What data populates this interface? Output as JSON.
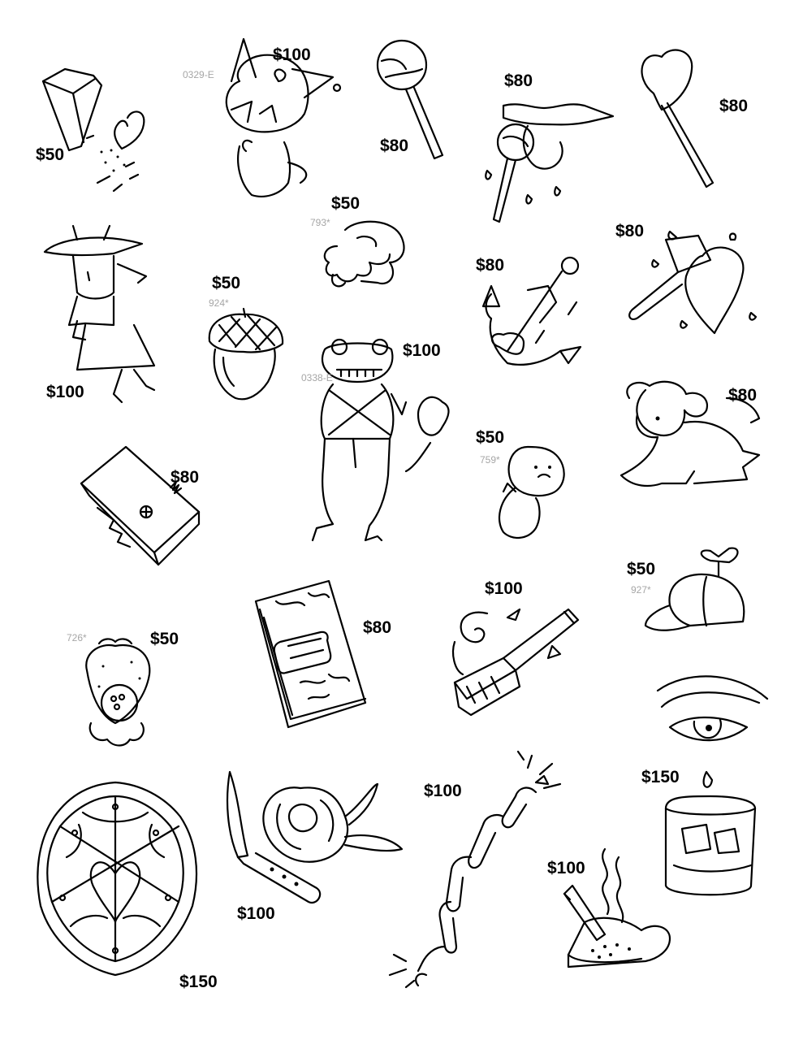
{
  "sheet": {
    "items": [
      {
        "name": "eraser",
        "price": "$50",
        "code": ""
      },
      {
        "name": "devil-bunny",
        "price": "$100",
        "code": "0329-E"
      },
      {
        "name": "lollipop",
        "price": "$80",
        "code": ""
      },
      {
        "name": "lips-lollipop",
        "price": "$80",
        "code": ""
      },
      {
        "name": "heart-lollipop",
        "price": "$80",
        "code": ""
      },
      {
        "name": "girl-with-hat",
        "price": "$100",
        "code": ""
      },
      {
        "name": "acorn",
        "price": "$50",
        "code": "924*"
      },
      {
        "name": "lion-cub",
        "price": "$50",
        "code": "793*"
      },
      {
        "name": "anchor-hearts",
        "price": "$80",
        "code": ""
      },
      {
        "name": "cleaver-heart",
        "price": "$80",
        "code": ""
      },
      {
        "name": "frog-with-balloon",
        "price": "$100",
        "code": "0338-E"
      },
      {
        "name": "sad-balloon",
        "price": "$50",
        "code": "759*"
      },
      {
        "name": "puppy",
        "price": "$80",
        "code": ""
      },
      {
        "name": "pencil-sharpener",
        "price": "$80",
        "code": ""
      },
      {
        "name": "notebook",
        "price": "$80",
        "code": ""
      },
      {
        "name": "pencil-worm",
        "price": "$100",
        "code": ""
      },
      {
        "name": "propeller-cap",
        "price": "$50",
        "code": "927*"
      },
      {
        "name": "strawberry",
        "price": "$50",
        "code": "726*"
      },
      {
        "name": "eye-drink",
        "price": "$150",
        "code": ""
      },
      {
        "name": "spiderweb-heart",
        "price": "$150",
        "code": ""
      },
      {
        "name": "knife-rose",
        "price": "$100",
        "code": ""
      },
      {
        "name": "broken-chain",
        "price": "$100",
        "code": ""
      },
      {
        "name": "ashtray",
        "price": "$100",
        "code": ""
      }
    ]
  }
}
